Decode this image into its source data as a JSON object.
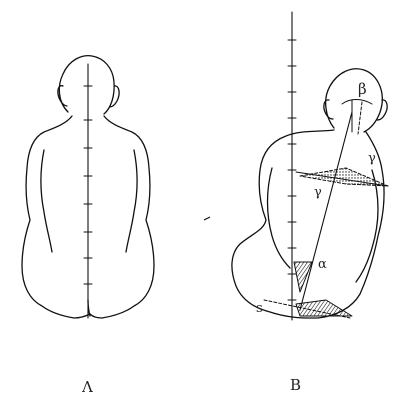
{
  "figure": {
    "panel_a": {
      "label": "Λ"
    },
    "panel_b": {
      "label": "B",
      "angles": {
        "beta": "β",
        "gamma_right": "γ",
        "gamma_left": "γ",
        "alpha": "α",
        "s": "s"
      }
    }
  }
}
